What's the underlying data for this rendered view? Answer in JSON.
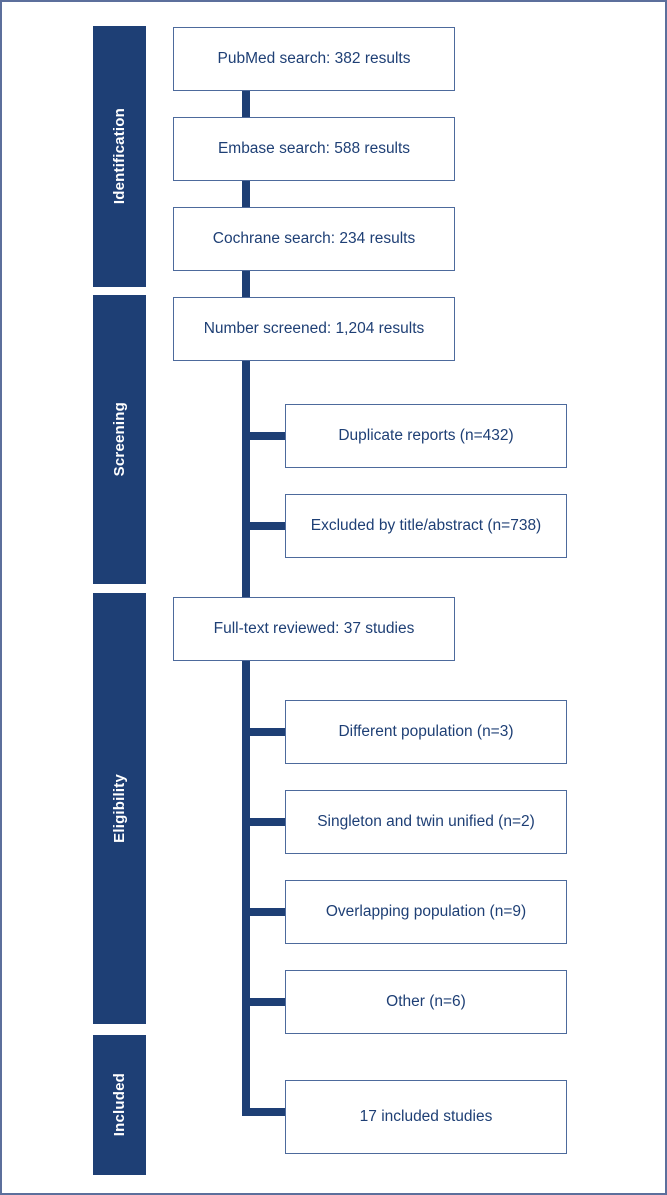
{
  "diagram": {
    "type": "prisma-flow-diagram",
    "colors": {
      "stage_bar_fill": "#1e3f75",
      "stage_bar_text": "#ffffff",
      "box_border": "#4d6a9c",
      "box_fill": "#ffffff",
      "box_text": "#1e3f75",
      "connector": "#1e3f75",
      "page_border": "#5c6f9c"
    },
    "stages": [
      {
        "id": "identification",
        "label": "Identification"
      },
      {
        "id": "screening",
        "label": "Screening"
      },
      {
        "id": "eligibility",
        "label": "Eligibility"
      },
      {
        "id": "included",
        "label": "Included"
      }
    ],
    "main_boxes": [
      {
        "id": "pubmed-search",
        "label": "PubMed search: 382 results"
      },
      {
        "id": "embase-search",
        "label": "Embase search: 588 results"
      },
      {
        "id": "cochrane-search",
        "label": "Cochrane search: 234 results"
      },
      {
        "id": "number-screened",
        "label": "Number screened: 1,204 results"
      },
      {
        "id": "full-text-reviewed",
        "label": "Full-text reviewed: 37 studies"
      }
    ],
    "exclusion_boxes": [
      {
        "id": "duplicate-reports",
        "label": "Duplicate reports (n=432)"
      },
      {
        "id": "excluded-title-abstract",
        "label": "Excluded by title/abstract (n=738)"
      },
      {
        "id": "different-population",
        "label": "Different population (n=3)"
      },
      {
        "id": "singleton-twin-unified",
        "label": "Singleton and twin unified (n=2)"
      },
      {
        "id": "overlapping-population",
        "label": "Overlapping population (n=9)"
      },
      {
        "id": "other-exclusions",
        "label": "Other (n=6)"
      }
    ],
    "result_box": {
      "id": "included-studies",
      "label": "17 included studies"
    }
  },
  "chart_data": {
    "type": "diagram",
    "title": "PRISMA study selection flow diagram",
    "records_identified": {
      "PubMed": 382,
      "Embase": 588,
      "Cochrane": 234,
      "total_screened": 1204
    },
    "screening_exclusions": {
      "Duplicate reports": 432,
      "Excluded by title/abstract": 738
    },
    "full_text_reviewed": 37,
    "eligibility_exclusions": {
      "Different population": 3,
      "Singleton and twin unified": 2,
      "Overlapping population": 9,
      "Other": 6
    },
    "included_studies": 17
  }
}
